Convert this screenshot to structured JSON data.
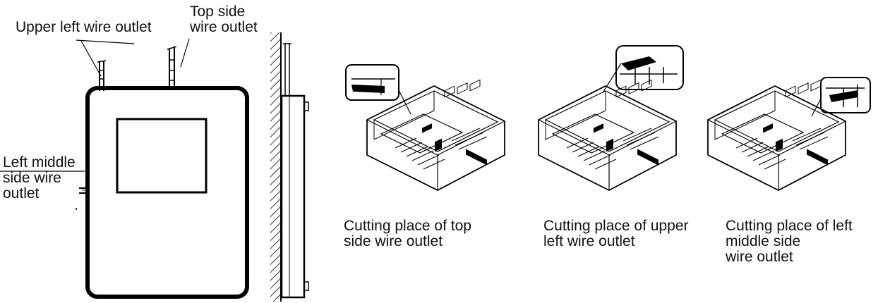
{
  "labels": {
    "upper_left_wire_outlet": "Upper left wire outlet",
    "top_side_wire_outlet": "Top side\nwire outlet",
    "left_middle_side_wire_outlet": "Left middle\nside wire\noutlet"
  },
  "captions": [
    "Cutting place of top\nside wire outlet",
    "Cutting place of upper\nleft wire outlet",
    "Cutting place of left\nmiddle side\nwire outlet"
  ]
}
